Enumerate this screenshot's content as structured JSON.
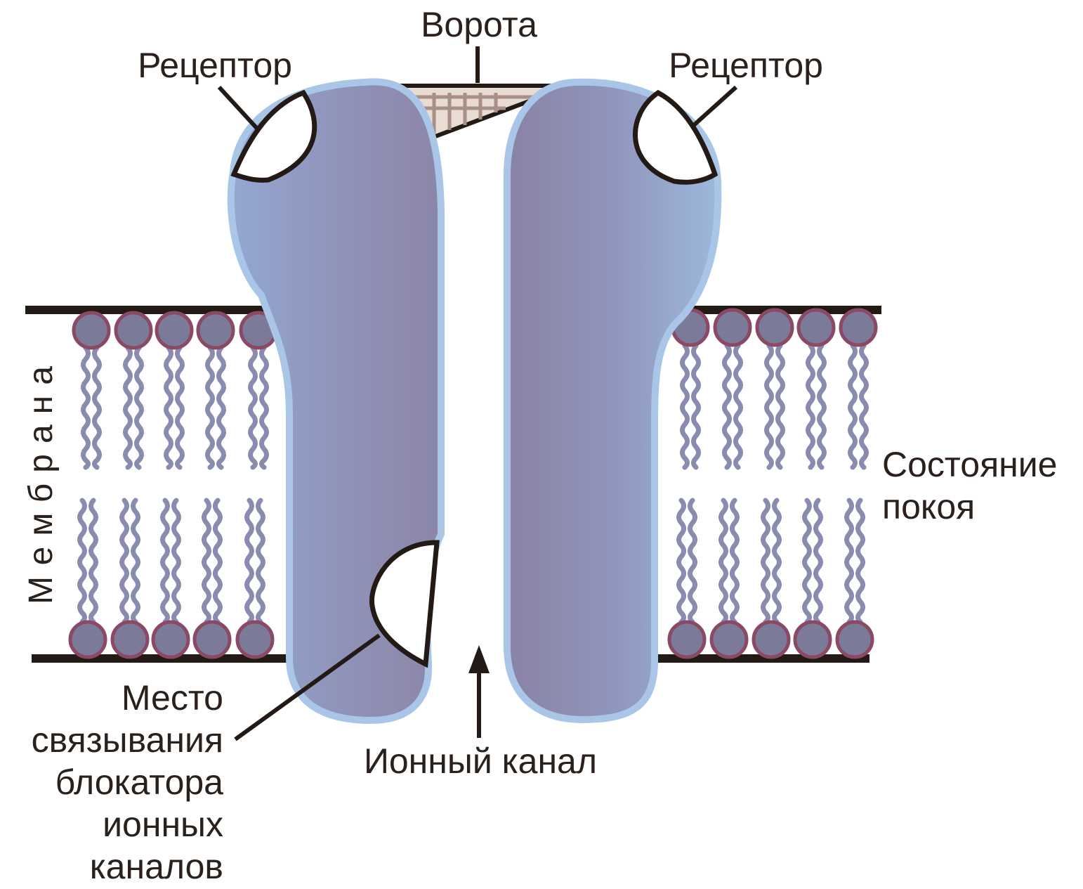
{
  "labels": {
    "gate": "Ворота",
    "receptor_left": "Рецептор",
    "receptor_right": "Рецептор",
    "membrane_vertical": "Мембрана",
    "resting_state_line1": "Состояние",
    "resting_state_line2": "покоя",
    "ion_channel": "Ионный канал",
    "binding_site_line1": "Место",
    "binding_site_line2": "связывания",
    "binding_site_line3": "блокатора",
    "binding_site_line4": "ионных",
    "binding_site_line5": "каналов"
  },
  "colors": {
    "protein_fill": "#8e97c0",
    "protein_edge": "#a9c6e8",
    "lipid_head": "#7b7a98",
    "lipid_head_edge": "#8a4a66",
    "lipid_tail": "#8a8caf",
    "line": "#231a16",
    "text": "#2a201c",
    "gate_fill": "#e9dcd2"
  }
}
